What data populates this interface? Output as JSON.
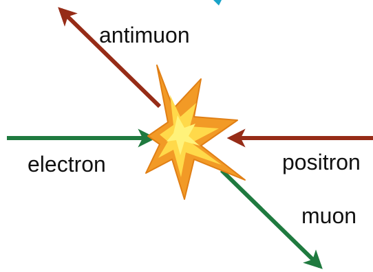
{
  "diagram": {
    "labels": {
      "antimuon": "antimuon",
      "electron": "electron",
      "positron": "positron",
      "muon": "muon"
    },
    "colors": {
      "green": "#1f7a3f",
      "brown": "#962c17",
      "burst_outer": "#f29a26",
      "burst_inner": "#ffd94a",
      "burst_core": "#fff27a",
      "teal_fragment": "#19a3c8"
    },
    "icons": {
      "collision": "collision-burst-icon"
    }
  }
}
